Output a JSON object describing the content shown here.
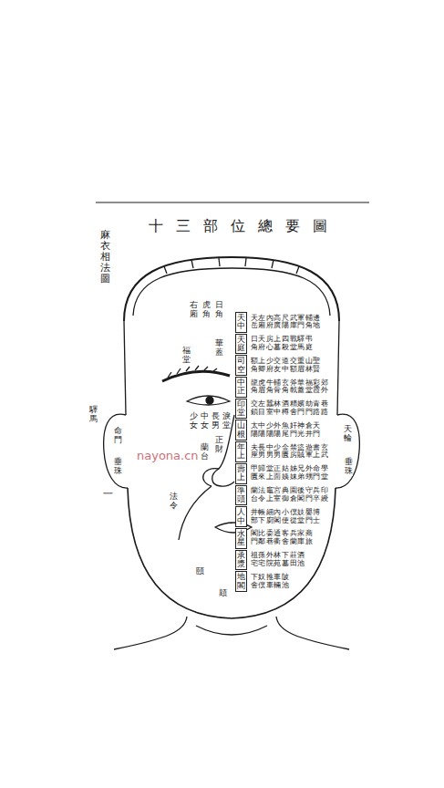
{
  "diagram": {
    "title": "十三部位總要圖",
    "nodes": [
      {
        "text": [
          "天中"
        ]
      },
      {
        "text": [
          "天庭"
        ]
      },
      {
        "text": [
          "司空"
        ]
      },
      {
        "text": [
          "中正"
        ]
      },
      {
        "text": [
          "印堂"
        ]
      },
      {
        "text": [
          "山根"
        ]
      },
      {
        "text": [
          "年上"
        ]
      },
      {
        "text": [
          "壽上"
        ]
      },
      {
        "text": [
          "準頭"
        ]
      },
      {
        "text": [
          "人中"
        ]
      },
      {
        "text": [
          "水星"
        ]
      },
      {
        "text": [
          "承漿"
        ]
      },
      {
        "text": [
          "地閣"
        ]
      }
    ],
    "labels": [
      "麻衣相法圖",
      "一",
      "日角",
      "虎角",
      "右廂",
      "華蓋",
      "福堂",
      "淚堂",
      "長男",
      "中女",
      "少女",
      "正財",
      "蘭台",
      "法令",
      "頤",
      "頦",
      "命門",
      "垂珠",
      "驛馬",
      "天輪",
      "垂珠",
      "nayona.cn",
      "天岳",
      "左廂",
      "內府",
      "高廣",
      "尺陽",
      "武庫",
      "軍門",
      "輔角",
      "邊地",
      "日角",
      "天府",
      "房心",
      "上墓",
      "四殺",
      "戰堂",
      "驛馬",
      "弔庭",
      "額角",
      "上卿",
      "少府",
      "交友",
      "道中",
      "交額",
      "重眉",
      "山林",
      "聖賢",
      "龍角",
      "虎眉",
      "牛角",
      "輔骨",
      "玄角",
      "斧戟",
      "華蓋",
      "福堂",
      "彩霞",
      "郊外",
      "交鎖",
      "左目",
      "蠶室",
      "林中",
      "酒樽",
      "精舍",
      "嬪門",
      "劫門",
      "青路",
      "巷路",
      "太陽",
      "中陽",
      "少陽",
      "外陽",
      "魚尾",
      "奸門",
      "神光",
      "倉井",
      "天門",
      "夫座",
      "長男",
      "中男",
      "少男",
      "金匱",
      "禁房",
      "盜賊",
      "遊軍",
      "書上",
      "玄武",
      "甲匱",
      "歸來",
      "堂上",
      "正面",
      "姑姨",
      "姊妹",
      "兄弟",
      "外甥",
      "命門",
      "學堂",
      "蘭台",
      "法令",
      "竈上",
      "宮室",
      "典御",
      "園倉",
      "後閣",
      "守門",
      "兵卒",
      "印綬",
      "井部",
      "帳下",
      "細廚",
      "內閣",
      "小使",
      "僕從",
      "妓堂",
      "嬰門",
      "博士",
      "閣門",
      "比鄰",
      "委巷",
      "通衢",
      "客舍",
      "兵蘭",
      "家庫",
      "商旅",
      "祖宅",
      "孫宅",
      "外院",
      "林苑",
      "下墓",
      "莊田",
      "酒池",
      "下舍",
      "奴僕",
      "推車",
      "車輛",
      "陂池"
    ]
  }
}
